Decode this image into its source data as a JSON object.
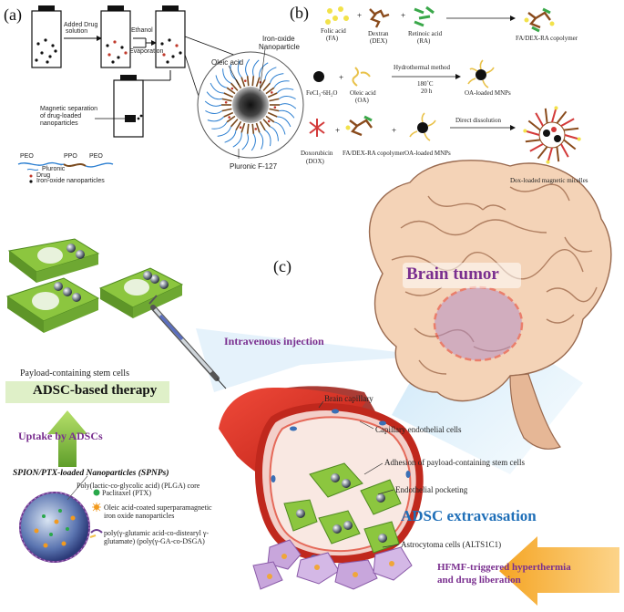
{
  "panel_a": {
    "letter": "(a)",
    "added_drug": "Added Drug",
    "solution": "solution",
    "ethanol": "Ethanol",
    "evaporation": "Evaporation",
    "oleic_acid": "Oleic acid",
    "iron_oxide_1": "Iron-oxide",
    "iron_oxide_2": "Nanoparticle",
    "magnetic_sep_1": "Magnetic separation",
    "magnetic_sep_2": "of drug-loaded",
    "magnetic_sep_3": "nanoparticles",
    "peo_left": "PEO",
    "ppo": "PPO",
    "peo_right": "PEO",
    "pluronic": "Pluronic",
    "drug": "Drug",
    "iron_np": "Iron-oxide nanoparticles",
    "pluronic_f127": "Pluronic  F-127"
  },
  "panel_b": {
    "letter": "(b)",
    "folic_acid": "Folic acid",
    "fa": "(FA)",
    "dextran": "Dextran",
    "dex": "(DEX)",
    "retinoic": "Retinoic acid",
    "ra": "(RA)",
    "copolymer": "FA/DEX-RA copolymer",
    "fecl3": "FeCl₃·6H₂O",
    "oleic": "Oleic acid",
    "oa": "(OA)",
    "hydrothermal": "Hydrothermal method",
    "temp": "180˚C",
    "time": "20 h",
    "oa_mnps": "OA-loaded MNPs",
    "doxorubicin": "Doxorubicin",
    "dox": "(DOX)",
    "copolymer2": "FA/DEX-RA copolymer",
    "oa_mnps2": "OA-loaded MNPs",
    "direct": "Direct dissolution",
    "dox_micelles": "Dox-loaded magnetic micelles",
    "plus": "+"
  },
  "panel_c": {
    "letter": "(c)",
    "brain_tumor": "Brain tumor",
    "intravenous": "Intravenous injection",
    "payload_cells": "Payload-containing stem cells",
    "adsc_therapy": "ADSC-based therapy",
    "uptake": "Uptake by ADSCs",
    "spnps": "SPION/PTX-loaded Nanoparticles (SPNPs)",
    "plga": "Poly(lactic-co-glycolic acid) (PLGA) core",
    "ptx": "Paclitaxel (PTX)",
    "oleic_1": "Oleic acid-coated superparamagnetic",
    "oleic_2": "iron oxide nanoparticles",
    "poly_1": "poly(γ-glutamic acid-co-distearyl γ-",
    "poly_2": "glutamate) (poly(γ-GA-co-DSGA)",
    "brain_capillary": "Brain capillary",
    "endothelial_cells": "Capillary endothelial cells",
    "adhesion": "Adhesion of payload-containing stem cells",
    "pocketing": "Endothelial pocketing",
    "extravasation": "ADSC extravasation",
    "astrocytoma": "Astrocytoma cells (ALTS1C1)",
    "hfmf_1": "HFMF-triggered hyperthermia",
    "hfmf_2": "and drug liberation"
  },
  "colors": {
    "purple": "#7a2f8f",
    "blue_title": "#1f6fb8",
    "vessel_red": "#d92a1f",
    "cell_green": "#8cc63f",
    "brain_peach": "#f4d3b7",
    "arrow_orange": "#f5a524"
  }
}
